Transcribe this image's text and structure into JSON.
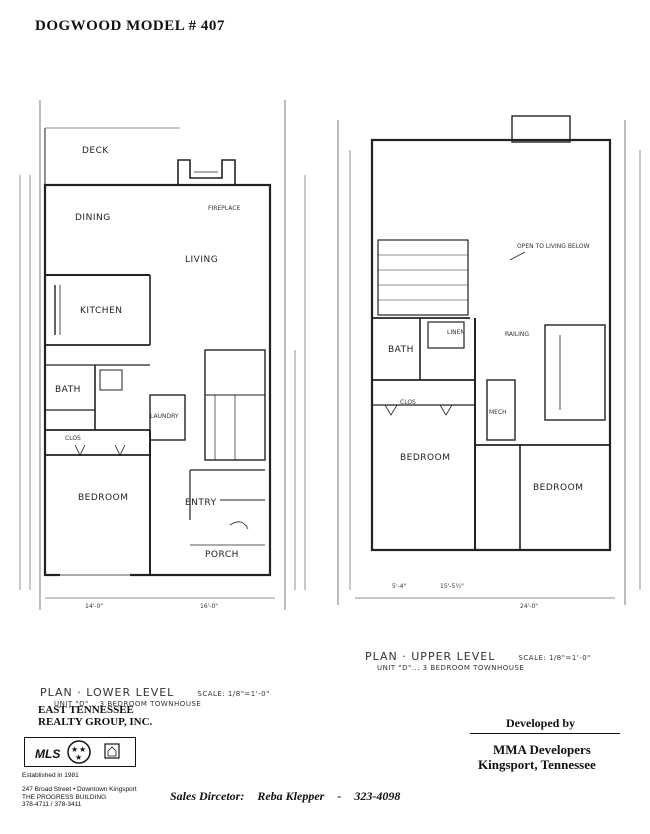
{
  "title": "DOGWOOD MODEL # 407",
  "lower_plan": {
    "rooms": {
      "deck": "DECK",
      "dining": "DINING",
      "living": "LIVING",
      "kitchen": "KITCHEN",
      "bath": "BATH",
      "laundry": "LAUNDRY",
      "bedroom": "BEDROOM",
      "entry": "ENTRY",
      "porch": "PORCH",
      "fireplace": "FIREPLACE",
      "clos": "CLOS"
    },
    "caption": "PLAN · LOWER LEVEL",
    "scale": "SCALE: 1/8\"=1'-0\"",
    "unit": "UNIT \"D\"... 3 BEDROOM TOWNHOUSE",
    "dims": {
      "w1": "14'-0\"",
      "w2": "16'-0\""
    }
  },
  "upper_plan": {
    "rooms": {
      "linen": "LINEN",
      "bath": "BATH",
      "mech": "MECH",
      "bedroom_left": "BEDROOM",
      "bedroom_right": "BEDROOM",
      "open": "OPEN TO LIVING BELOW",
      "railing": "RAILING",
      "clos": "CLOS"
    },
    "caption": "PLAN · UPPER LEVEL",
    "scale": "SCALE: 1/8\"=1'-0\"",
    "unit": "UNIT \"D\"... 3 BEDROOM TOWNHOUSE",
    "dims": {
      "w1": "24'-0\"",
      "w2": "15'-5½\"",
      "w3": "5'-4\""
    }
  },
  "realty": {
    "line1": "EAST TENNESSEE",
    "line2": "REALTY GROUP, INC.",
    "mls": "MLS",
    "established": "Established in 1981",
    "addr1": "247 Broad Street • Downtown Kingsport",
    "addr2": "THE PROGRESS BUILDING",
    "phone": "378-4711 / 378-3411"
  },
  "developer": {
    "label": "Developed by",
    "name": "MMA Developers",
    "city": "Kingsport, Tennessee"
  },
  "sales": {
    "label": "Sales Dircetor:",
    "name": "Reba Klepper",
    "sep": "-",
    "phone": "323-4098"
  }
}
